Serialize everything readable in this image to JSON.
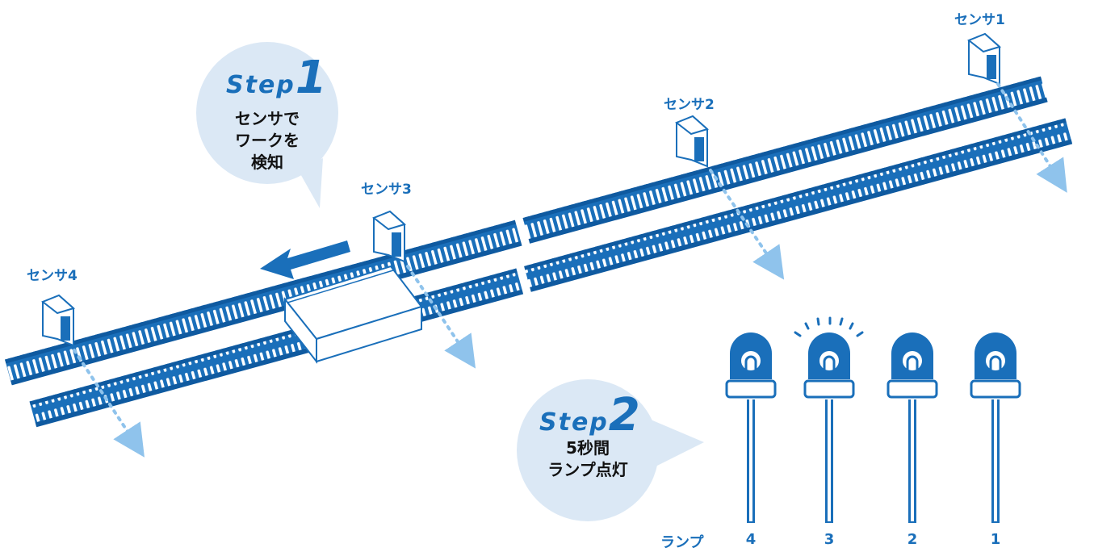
{
  "colors": {
    "primary": "#1a6fba",
    "bubble": "#dbe8f5",
    "light_arrow": "#8fc3ec",
    "text": "#111111"
  },
  "step1": {
    "word": "Step",
    "number": "1",
    "lines": [
      "センサで",
      "ワークを",
      "検知"
    ]
  },
  "step2": {
    "word": "Step",
    "number": "2",
    "lines": [
      "5秒間",
      "ランプ点灯"
    ]
  },
  "sensors": [
    {
      "label": "センサ1"
    },
    {
      "label": "センサ2"
    },
    {
      "label": "センサ3"
    },
    {
      "label": "センサ4"
    }
  ],
  "lamps": {
    "row_label": "ランプ",
    "items": [
      {
        "number": "4",
        "lit": false
      },
      {
        "number": "3",
        "lit": true
      },
      {
        "number": "2",
        "lit": false
      },
      {
        "number": "1",
        "lit": false
      }
    ]
  },
  "icons": {
    "direction": "arrow-left-icon",
    "sensor": "sensor-box-icon",
    "lamp": "lamp-icon",
    "lamp_glow": "lamp-glow-icon"
  }
}
